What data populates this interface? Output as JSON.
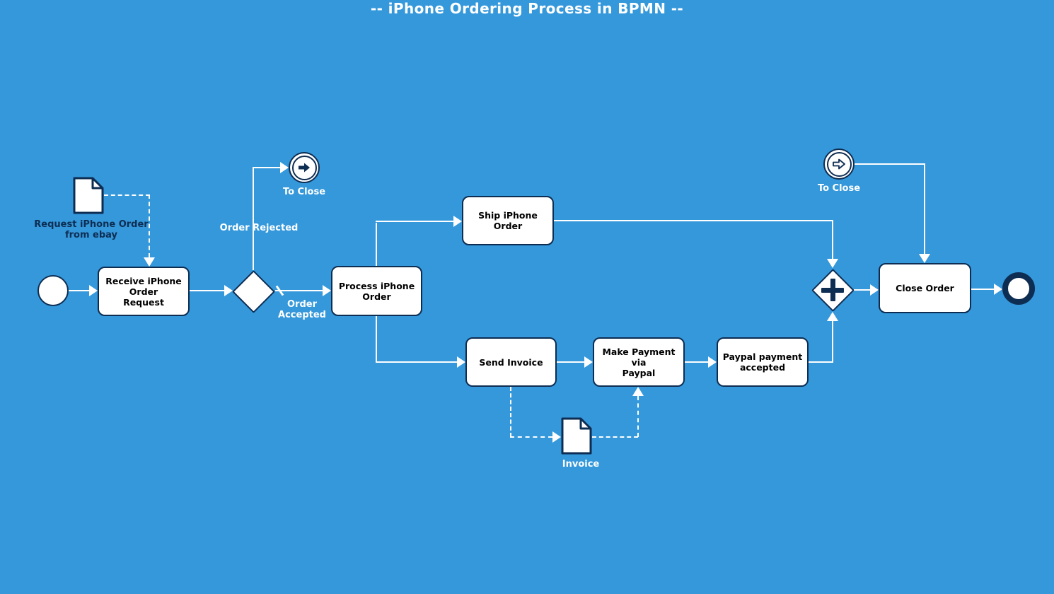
{
  "title": "-- iPhone Ordering Process in BPMN --",
  "colors": {
    "background": "#3498db",
    "shape_fill": "#ffffff",
    "shape_border": "#0e2d52",
    "task_text": "#000000",
    "flow_line": "#ffffff",
    "label_on_background": "#ffffff",
    "document_label": "#0e2d52"
  },
  "tasks": {
    "receive": "Receive iPhone\nOrder\nRequest",
    "process": "Process iPhone\nOrder",
    "ship": "Ship iPhone Order",
    "send_invoice": "Send Invoice",
    "make_payment": "Make Payment via\nPaypal",
    "paypal_accepted": "Paypal payment\naccepted",
    "close_order": "Close Order"
  },
  "events": {
    "to_close_left_label": "To Close",
    "to_close_right_label": "To Close"
  },
  "flow_labels": {
    "order_rejected": "Order Rejected",
    "order_accepted": "Order\nAccepted"
  },
  "documents": {
    "request": "Request iPhone Order\nfrom ebay",
    "invoice": "Invoice"
  },
  "icons": {
    "link_throw": "solid-right-arrow",
    "link_catch": "outlined-right-arrow",
    "parallel_marker": "plus",
    "document": "page-with-folded-corner"
  }
}
